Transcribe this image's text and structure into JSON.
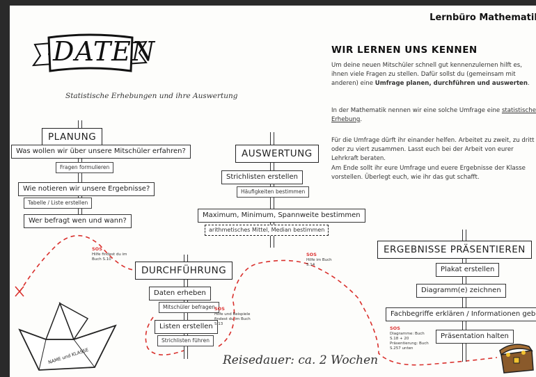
{
  "header": {
    "brand": "Lernbüro Mathematik"
  },
  "logo": {
    "title": "DATEN",
    "subtitle": "Statistische Erhebungen und ihre Auswertung"
  },
  "intro": {
    "heading": "WIR LERNEN UNS KENNEN",
    "p1_a": "Um deine neuen Mitschüler schnell gut kennenzulernen hilft es, ihnen viele Fragen zu stellen. Dafür sollst du (gemeinsam mit anderen) eine ",
    "p1_bold": "Umfrage planen, durchführen und auswerten",
    "p1_end": ".",
    "p2_a": "In der Mathematik nennen wir eine solche Umfrage eine ",
    "p2_link": "statistische Erhebung",
    "p2_end": ".",
    "p3": "Für die Umfrage dürft ihr einander helfen. Arbeitet zu zweit, zu dritt oder zu viert zusammen. Lasst euch bei der Arbeit von eurer Lehrkraft beraten.",
    "p4": "Am Ende sollt ihr eure Umfrage und euere Ergebnisse der Klasse vorstellen. Überlegt euch, wie ihr das gut schafft."
  },
  "planung": {
    "title": "PLANUNG",
    "q1": "Was wollen wir über unsere Mitschüler erfahren?",
    "s1": "Fragen formulieren",
    "q2": "Wie notieren wir unsere Ergebnisse?",
    "s2": "Tabelle / Liste erstellen",
    "q3": "Wer befragt wen und wann?"
  },
  "auswertung": {
    "title": "AUSWERTUNG",
    "a1": "Strichlisten erstellen",
    "s1": "Häufigkeiten bestimmen",
    "a2": "Maximum, Minimum, Spannweite bestimmen",
    "s2": "arithmetisches Mittel, Median bestimmen"
  },
  "durchfuehrung": {
    "title": "DURCHFÜHRUNG",
    "d1": "Daten erheben",
    "s1": "Mitschüler befragen",
    "d2": "Listen erstellen",
    "s2": "Strichlisten führen"
  },
  "praesentation": {
    "title": "ERGEBNISSE PRÄSENTIEREN",
    "p1": "Plakat erstellen",
    "p2": "Diagramm(e) zeichnen",
    "p3": "Fachbegriffe erklären / Informationen geben",
    "p4": "Präsentation halten"
  },
  "sos": {
    "label": "SOS",
    "h1": "Hilfe findest du im Buch S.10",
    "h2": "Hilfe im Buch S.14",
    "h3": "Hilfe und Beispiele findest du im Buch S.13",
    "h4": "Diagramme: Buch S.18 + 20 Präsentierung: Buch S.257 unten"
  },
  "boat": {
    "label": "NAME und KLASSE"
  },
  "footer": {
    "travel": "Reisedauer: ca. 2 Wochen"
  },
  "colors": {
    "path": "#d9302c",
    "sos": "#d33333",
    "chest": "#8a5a2b"
  }
}
